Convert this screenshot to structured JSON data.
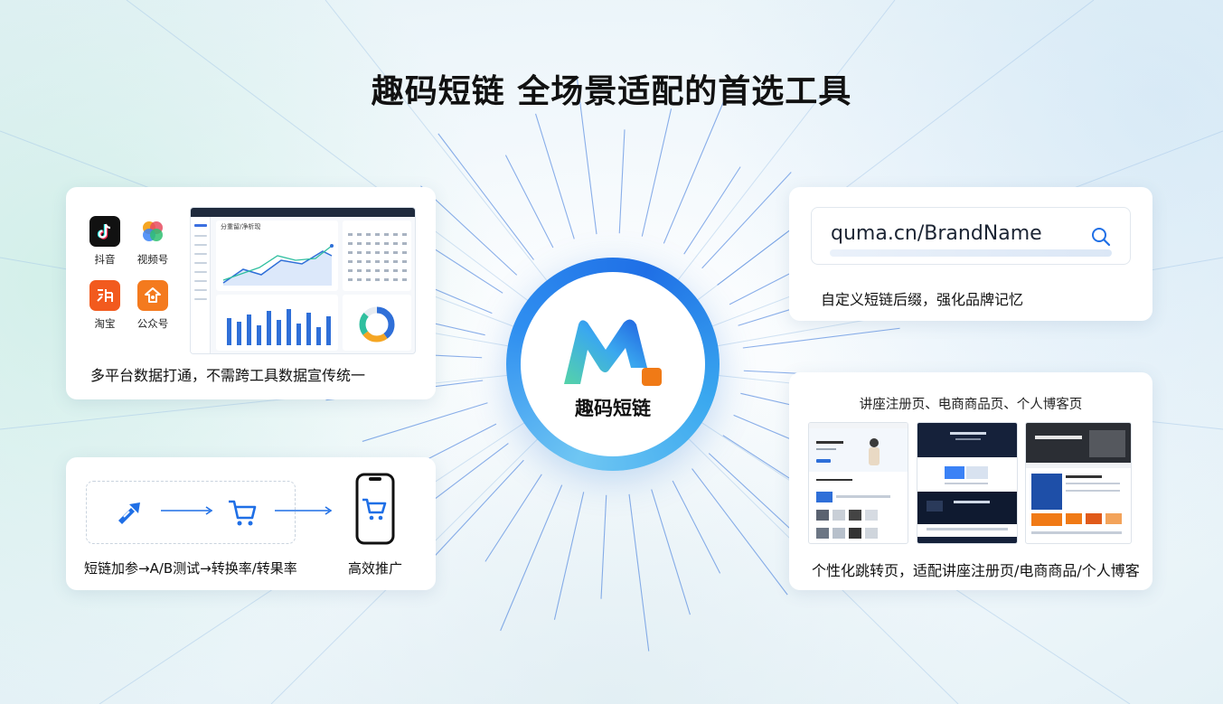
{
  "title": "趣码短链 全场景适配的首选工具",
  "center": {
    "brand_name": "趣码短链"
  },
  "platforms_card": {
    "platforms": [
      {
        "name": "抖音",
        "icon": "douyin-icon",
        "color": "#111111"
      },
      {
        "name": "视频号",
        "icon": "channels-icon",
        "color": "#ffffff"
      },
      {
        "name": "淘宝",
        "icon": "taobao-icon",
        "color": "#f25a1e"
      },
      {
        "name": "公众号",
        "icon": "official-account-icon",
        "color": "#f47a1e"
      }
    ],
    "dashboard_heading": "分重留/净析现",
    "caption": "多平台数据打通，不需跨工具数据宣传统一"
  },
  "abtest_card": {
    "step1_icon": "link-cursor-icon",
    "step2_icon": "cart-icon",
    "step3_icon": "phone-cart-icon",
    "caption_left": "短链加参→A/B测试→转换率/转果率",
    "caption_right": "高效推广"
  },
  "url_card": {
    "url": "quma.cn/BrandName",
    "search_icon": "search-icon",
    "caption": "自定义短链后缀，强化品牌记忆"
  },
  "pages_card": {
    "heading": "讲座注册页、电商商品页、个人博客页",
    "caption": "个性化跳转页，适配讲座注册页/电商商品/个人博客"
  },
  "colors": {
    "accent_blue": "#1f6fe6",
    "ray_blue": "#2f6fd8",
    "logo_orange": "#f07a16",
    "logo_green": "#55d3a8"
  }
}
